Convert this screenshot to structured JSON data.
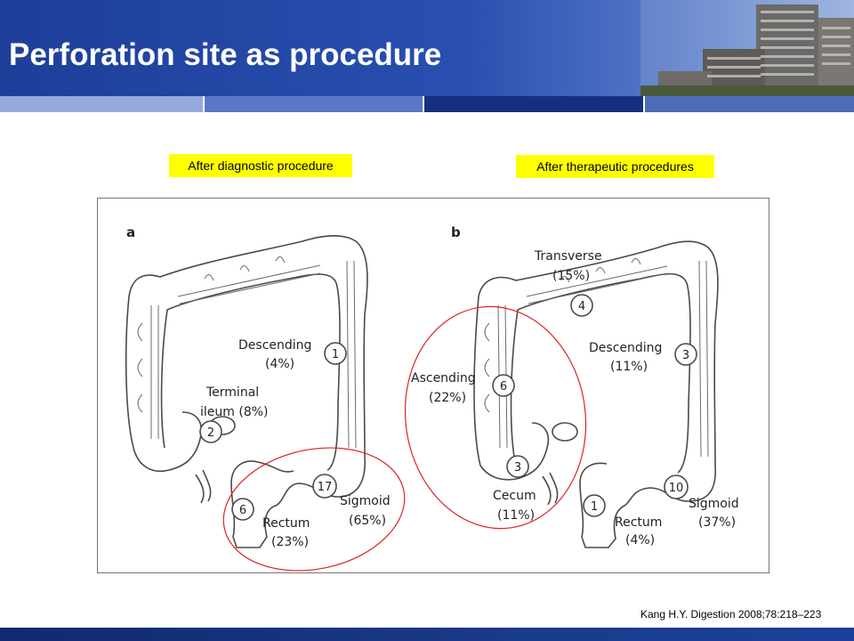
{
  "slide": {
    "title": "Perforation site as procedure",
    "citation": "Kang H.Y. Digestion 2008;78:218–223"
  },
  "labels": {
    "diagnostic": "After diagnostic procedure",
    "therapeutic": "After therapeutic procedures"
  },
  "panel_a": {
    "letter": "a",
    "descending_name": "Descending",
    "descending_pct": "(4%)",
    "descending_count": "1",
    "terminal_name": "Terminal",
    "ileum_line": "ileum (8%)",
    "terminal_count": "2",
    "sigmoid_count": "17",
    "sigmoid_name": "Sigmoid",
    "sigmoid_pct": "(65%)",
    "rectum_count": "6",
    "rectum_name": "Rectum",
    "rectum_pct": "(23%)"
  },
  "panel_b": {
    "letter": "b",
    "transverse_name": "Transverse",
    "transverse_pct": "(15%)",
    "transverse_count": "4",
    "descending_name": "Descending",
    "descending_pct": "(11%)",
    "descending_count": "3",
    "ascending_name": "Ascending",
    "ascending_pct": "(22%)",
    "ascending_count": "6",
    "cecum_count": "3",
    "cecum_name": "Cecum",
    "cecum_pct": "(11%)",
    "rectum_count": "1",
    "rectum_name": "Rectum",
    "rectum_pct": "(4%)",
    "sigmoid_count": "10",
    "sigmoid_name": "Sigmoid",
    "sigmoid_pct": "(37%)"
  },
  "colors": {
    "header_blue": "#1d3f9a",
    "highlight_yellow": "#ffff00",
    "circle_red": "#e02020"
  }
}
